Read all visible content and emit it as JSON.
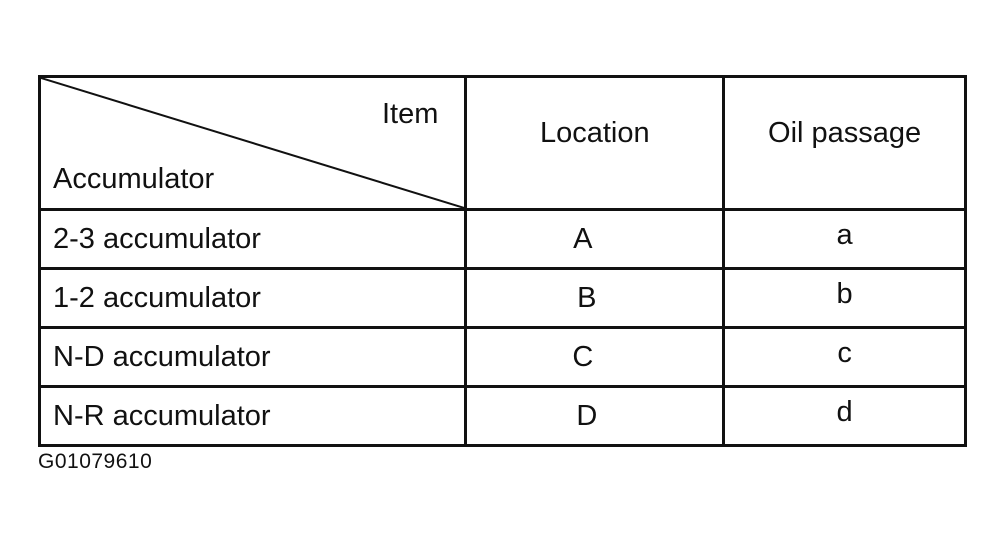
{
  "table": {
    "corner": {
      "item_label": "Item",
      "accumulator_label": "Accumulator"
    },
    "headers": {
      "location": "Location",
      "oil_passage": "Oil passage"
    },
    "rows": [
      {
        "accumulator": "2-3 accumulator",
        "location": "A",
        "oil_passage": "a"
      },
      {
        "accumulator": "1-2 accumulator",
        "location": "B",
        "oil_passage": "b"
      },
      {
        "accumulator": "N-D accumulator",
        "location": "C",
        "oil_passage": "c"
      },
      {
        "accumulator": "N-R accumulator",
        "location": "D",
        "oil_passage": "d"
      }
    ]
  },
  "figure_code": "G01079610"
}
